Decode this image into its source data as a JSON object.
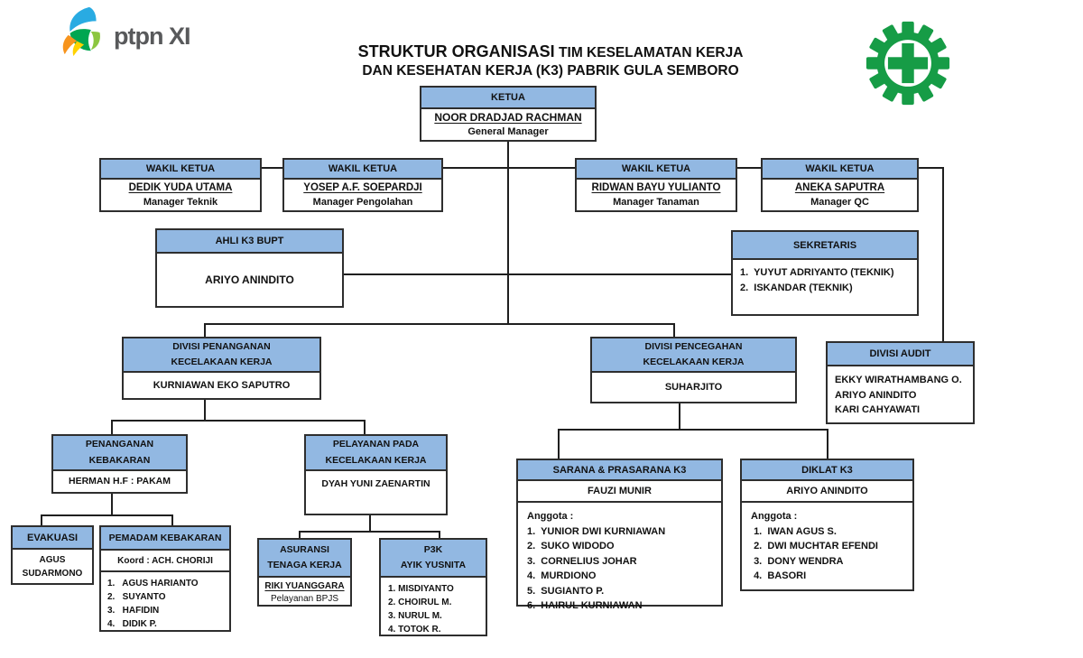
{
  "brand": {
    "logo_text": "ptpn XI"
  },
  "title": {
    "line1_emphasis": "STRUKTUR ORGANISASI",
    "line1_rest": "TIM KESELAMATAN KERJA",
    "line2": "DAN KESEHATAN KERJA (K3) PABRIK GULA SEMBORO"
  },
  "icons": {
    "top_right": "k3-safety-gear-cross-icon",
    "top_left": "ptpn-xi-leaf-icon"
  },
  "colors": {
    "header_fill": "#92b8e2",
    "box_border": "#2e2e2e",
    "connector": "#1f1f1f",
    "k3_green": "#169c46"
  },
  "org": {
    "ketua": {
      "header": "KETUA",
      "name": "NOOR DRADJAD RACHMAN",
      "role": "General Manager"
    },
    "wakil": [
      {
        "header": "WAKIL KETUA",
        "name": "DEDIK YUDA UTAMA",
        "role": "Manager Teknik"
      },
      {
        "header": "WAKIL KETUA",
        "name": "YOSEP A.F. SOEPARDJI",
        "role": "Manager Pengolahan"
      },
      {
        "header": "WAKIL KETUA",
        "name": "RIDWAN BAYU YULIANTO",
        "role": "Manager Tanaman"
      },
      {
        "header": "WAKIL KETUA",
        "name": "ANEKA SAPUTRA",
        "role": "Manager QC"
      }
    ],
    "ahli_k3": {
      "header": "AHLI K3 BUPT",
      "name": "ARIYO ANINDITO"
    },
    "sekretaris": {
      "header": "SEKRETARIS",
      "members": [
        "1.  YUYUT ADRIYANTO (TEKNIK)",
        "2.  ISKANDAR (TEKNIK)"
      ]
    },
    "divisi_penanganan": {
      "header_line1": "DIVISI PENANGANAN",
      "header_line2": "KECELAKAAN KERJA",
      "name": "KURNIAWAN EKO SAPUTRO"
    },
    "divisi_pencegahan": {
      "header_line1": "DIVISI PENCEGAHAN",
      "header_line2": "KECELAKAAN KERJA",
      "name": "SUHARJITO"
    },
    "divisi_audit": {
      "header": "DIVISI AUDIT",
      "members": [
        "EKKY WIRATHAMBANG O.",
        "ARIYO ANINDITO",
        "KARI CAHYAWATI"
      ]
    },
    "penanganan_kebakaran": {
      "header_line1": "PENANGANAN",
      "header_line2": "KEBAKARAN",
      "name": "HERMAN H.F : PAKAM"
    },
    "pelayanan_kecelakaan": {
      "header_line1": "PELAYANAN PADA",
      "header_line2": "KECELAKAAN KERJA",
      "name": "DYAH YUNI ZAENARTIN"
    },
    "evakuasi": {
      "header": "EVAKUASI",
      "name_line1": "AGUS",
      "name_line2": "SUDARMONO"
    },
    "pemadam": {
      "header": "PEMADAM KEBAKARAN",
      "koordinator": "Koord : ACH. CHORIJI",
      "members": [
        "1.   AGUS HARIANTO",
        "2.   SUYANTO",
        "3.   HAFIDIN",
        "4.   DIDIK P."
      ]
    },
    "asuransi": {
      "header_line1": "ASURANSI",
      "header_line2": "TENAGA KERJA",
      "name": "RIKI YUANGGARA",
      "role": "Pelayanan BPJS"
    },
    "p3k": {
      "header_line1": "P3K",
      "header_line2": "AYIK YUSNITA",
      "members": [
        "1. MISDIYANTO",
        "2. CHOIRUL M.",
        "3. NURUL M.",
        "4. TOTOK R."
      ]
    },
    "sarana": {
      "header": "SARANA & PRASARANA K3",
      "koordinator": "FAUZI MUNIR",
      "anggota_label": "Anggota :",
      "members": [
        "1.  YUNIOR DWI KURNIAWAN",
        "2.  SUKO WIDODO",
        "3.  CORNELIUS JOHAR",
        "4.  MURDIONO",
        "5.  SUGIANTO P.",
        "6.  HAIRUL KURNIAWAN"
      ]
    },
    "diklat": {
      "header": "DIKLAT  K3",
      "koordinator": "ARIYO ANINDITO",
      "anggota_label": "Anggota :",
      "members": [
        " 1.  IWAN AGUS S.",
        " 2.  DWI MUCHTAR EFENDI",
        " 3.  DONY WENDRA",
        " 4.  BASORI"
      ]
    }
  }
}
